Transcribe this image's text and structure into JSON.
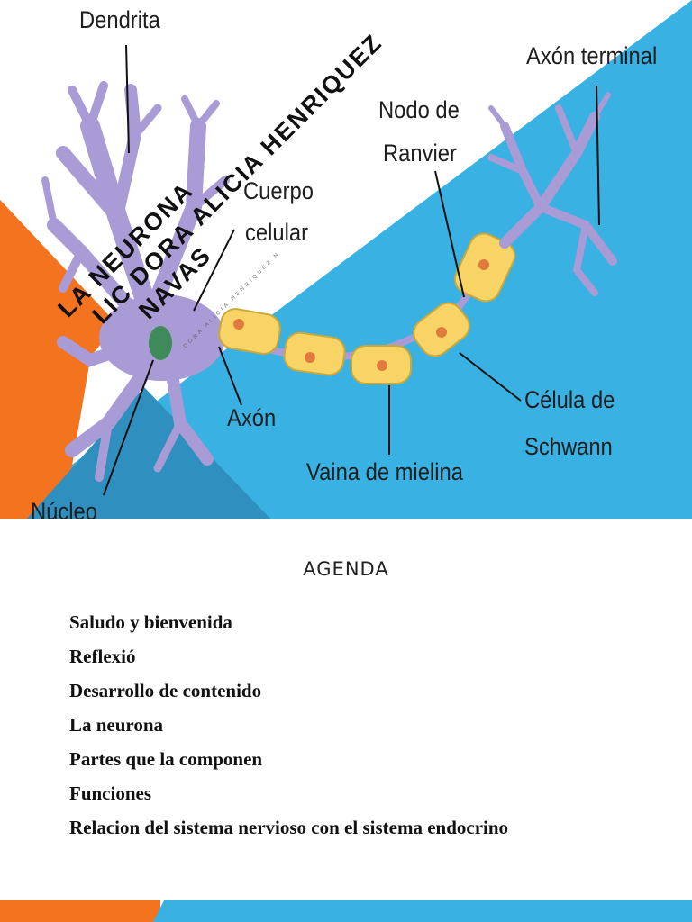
{
  "slide1": {
    "title_line1": "LA NEURONA",
    "title_line2": "LIC DORA ALICIA HENRIQUEZ",
    "title_line3": "NAVAS",
    "watermark": "DORA ALICIA HENRIQUEZ N",
    "labels": {
      "dendrita": "Dendrita",
      "axon_terminal": "Axón terminal",
      "nodo_1": "Nodo de",
      "nodo_2": "Ranvier",
      "cuerpo_1": "Cuerpo",
      "cuerpo_2": "celular",
      "axon": "Axón",
      "celula_1": "Célula de",
      "celula_2": "Schwann",
      "vaina": "Vaina de mielina",
      "nucleo": "Núcleo"
    },
    "colors": {
      "blue": "#39b1e2",
      "orange": "#f4731f",
      "neuron": "#a89bd6",
      "myelin": "#f7d465",
      "nucleus": "#3f8a5a"
    }
  },
  "slide2": {
    "heading": "AGENDA",
    "items": [
      "Saludo y bienvenida",
      "Reflexió",
      "Desarrollo de contenido",
      "La neurona",
      "Partes que la componen",
      "Funciones",
      "Relacion del sistema nervioso con el sistema endocrino"
    ]
  }
}
